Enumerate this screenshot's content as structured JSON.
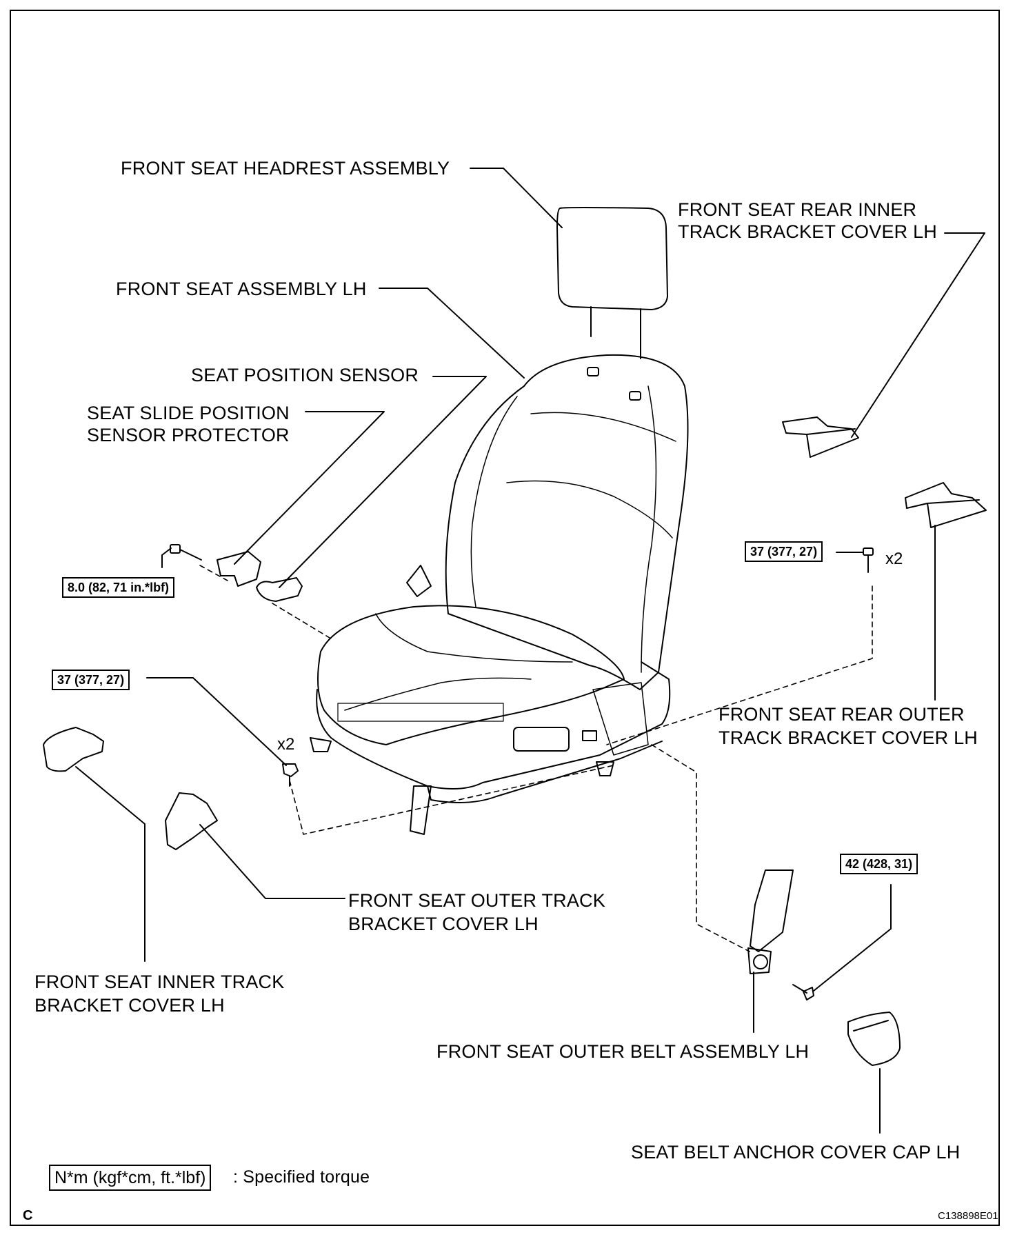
{
  "labels": {
    "headrest": "FRONT SEAT HEADREST ASSEMBLY",
    "seat_assembly": "FRONT SEAT ASSEMBLY LH",
    "position_sensor": "SEAT POSITION SENSOR",
    "slide_protector_1": "SEAT SLIDE POSITION",
    "slide_protector_2": "SENSOR PROTECTOR",
    "rear_inner_1": "FRONT SEAT REAR INNER",
    "rear_inner_2": "TRACK BRACKET COVER LH",
    "rear_outer_1": "FRONT SEAT REAR OUTER",
    "rear_outer_2": "TRACK BRACKET COVER LH",
    "outer_track_1": "FRONT SEAT OUTER TRACK",
    "outer_track_2": "BRACKET COVER LH",
    "inner_track_1": "FRONT SEAT INNER TRACK",
    "inner_track_2": "BRACKET COVER LH",
    "outer_belt": "FRONT SEAT OUTER BELT ASSEMBLY LH",
    "anchor_cap": "SEAT BELT ANCHOR COVER CAP LH"
  },
  "torques": {
    "sensor_bolt": "8.0 (82, 71 in.*lbf)",
    "rear_bolts": "37 (377, 27)",
    "front_bolts": "37 (377, 27)",
    "anchor_bolt": "42 (428, 31)"
  },
  "quantities": {
    "rear_bolts": "x2",
    "front_bolts": "x2"
  },
  "legend": {
    "box": "N*m (kgf*cm, ft.*lbf)",
    "text": ": Specified torque"
  },
  "footer": {
    "corner": "C",
    "figure_id": "C138898E01"
  }
}
